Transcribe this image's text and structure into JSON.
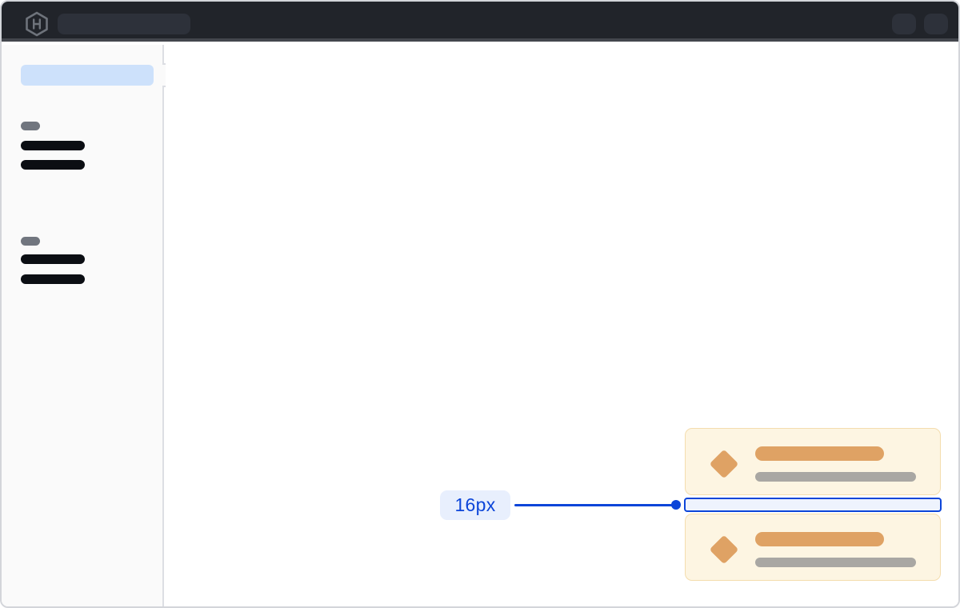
{
  "header": {
    "logo_icon": "hashicorp-logo-icon",
    "background_color": "#21242a",
    "placeholder_color": "#2d313a",
    "search_placeholder_present": true,
    "action_placeholder_count": 2
  },
  "sidebar": {
    "background_color": "#fafafa",
    "divider_color": "#dcdee3",
    "active_item_color": "#cde1fb",
    "section_label_color": "#71767f",
    "item_color": "#0b0e13",
    "groups": [
      {
        "name": "group-1",
        "section_label_placeholder": true,
        "item_count": 2
      },
      {
        "name": "group-2",
        "section_label_placeholder": true,
        "item_count": 2
      }
    ],
    "toggle_handle_present": true
  },
  "cards": {
    "count": 2,
    "background_color": "#fdf5e2",
    "border_color": "#f4ddae",
    "icon": "diamond-icon",
    "icon_color": "#dfa264",
    "title_placeholder_color": "#dfa264",
    "subtitle_placeholder_color": "#a9a7a3"
  },
  "measurement": {
    "label": "16px",
    "accent_color": "#0c45d9",
    "label_background_color": "#e8effd",
    "highlight_fill_color": "#eef3fd"
  }
}
